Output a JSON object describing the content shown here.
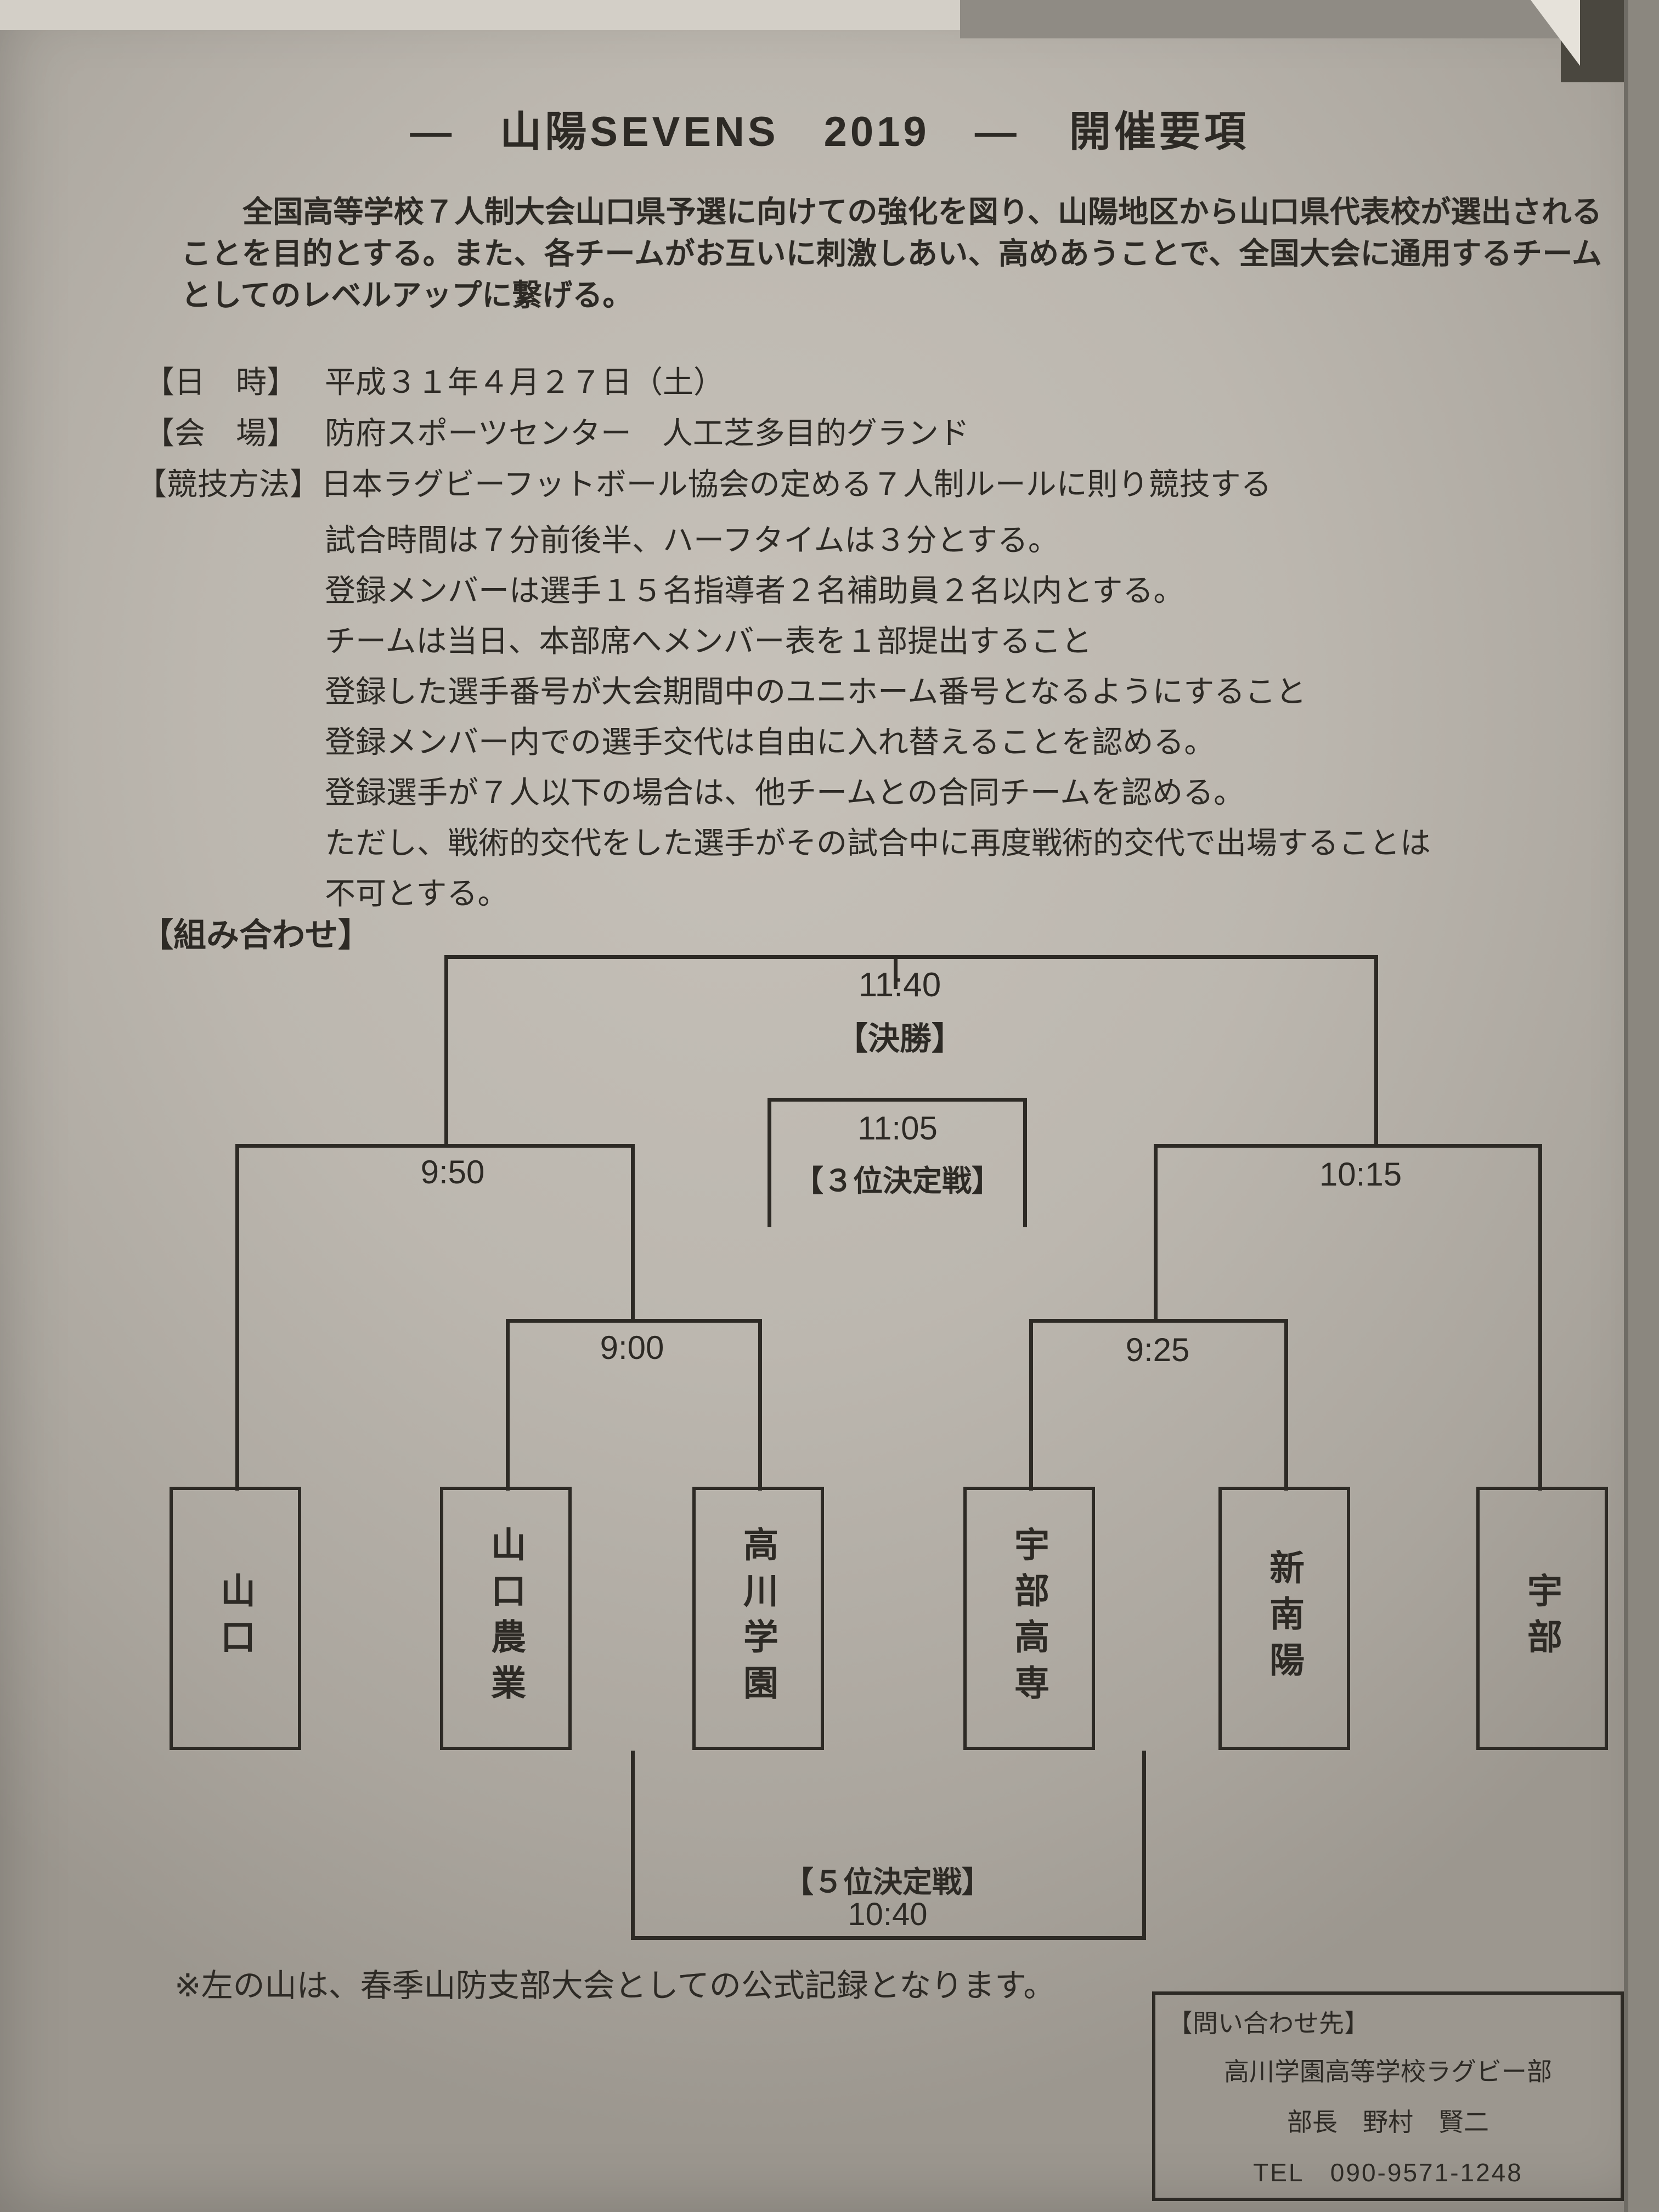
{
  "header": {
    "title_main": "―　山陽SEVENS　2019　―",
    "title_sub": "開催要項"
  },
  "intro": "全国高等学校７人制大会山口県予選に向けての強化を図り、山陽地区から山口県代表校が選出されることを目的とする。また、各チームがお互いに刺激しあい、高めあうことで、全国大会に通用するチームとしてのレベルアップに繋げる。",
  "details": [
    {
      "label": "【日　時】",
      "value": "平成３１年４月２７日（土）"
    },
    {
      "label": "【会　場】",
      "value": "防府スポーツセンター　人工芝多目的グランド"
    },
    {
      "label": "【競技方法】",
      "value": "日本ラグビーフットボール協会の定める７人制ルールに則り競技する"
    }
  ],
  "rules": [
    "試合時間は７分前後半、ハーフタイムは３分とする。",
    "登録メンバーは選手１５名指導者２名補助員２名以内とする。",
    "チームは当日、本部席へメンバー表を１部提出すること",
    "登録した選手番号が大会期間中のユニホーム番号となるようにすること",
    "登録メンバー内での選手交代は自由に入れ替えることを認める。",
    "登録選手が７人以下の場合は、他チームとの合同チームを認める。",
    "ただし、戦術的交代をした選手がその試合中に再度戦術的交代で出場することは",
    "不可とする。"
  ],
  "bracket_heading": "【組み合わせ】",
  "bracket": {
    "final": {
      "time": "11:40",
      "label": "【決勝】"
    },
    "third_place": {
      "time": "11:05",
      "label": "【３位決定戦】"
    },
    "semifinal_left": {
      "time": "9:50"
    },
    "semifinal_right": {
      "time": "10:15"
    },
    "round1_left": {
      "time": "9:00"
    },
    "round1_right": {
      "time": "9:25"
    },
    "fifth_place": {
      "label": "【５位決定戦】",
      "time": "10:40"
    },
    "teams": [
      "山口",
      "山口農業",
      "高川学園",
      "宇部高専",
      "新南陽",
      "宇部"
    ]
  },
  "note": "※左の山は、春季山防支部大会としての公式記録となります。",
  "contact": {
    "heading": "【問い合わせ先】",
    "org": "高川学園高等学校ラグビー部",
    "person": "部長　野村　賢二",
    "tel": "TEL　090-9571-1248"
  }
}
